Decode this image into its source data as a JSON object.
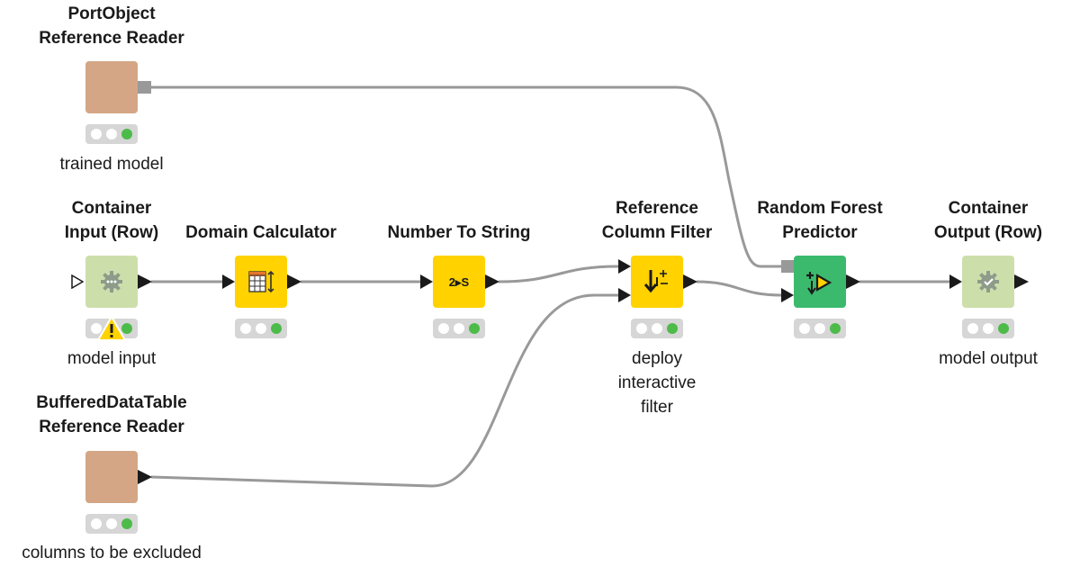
{
  "colors": {
    "reader": "#d4a686",
    "container": "#ccdfab",
    "manipulator": "#ffd200",
    "predictor": "#3bba6e",
    "connection": "#999999",
    "status_ok": "#4dbb4a"
  },
  "nodes": [
    {
      "id": "portobject-reader",
      "title": "PortObject\nReference Reader",
      "annotation": "trained model",
      "icon": "model-port-icon",
      "status": "executed"
    },
    {
      "id": "container-input-row",
      "title": "Container\nInput (Row)",
      "annotation": "model input",
      "icon": "container-gear-icon",
      "status": "executed",
      "warning": true
    },
    {
      "id": "domain-calculator",
      "title": "Domain Calculator",
      "annotation": "",
      "icon": "domain-table-icon",
      "status": "executed"
    },
    {
      "id": "number-to-string",
      "title": "Number To String",
      "annotation": "",
      "icon": "number-to-string-icon",
      "icon_text": "2▸S",
      "status": "executed"
    },
    {
      "id": "reference-column-filter",
      "title": "Reference\nColumn Filter",
      "annotation": "deploy\ninteractive\nfilter",
      "icon": "reference-filter-icon",
      "status": "executed"
    },
    {
      "id": "random-forest-predictor",
      "title": "Random Forest\nPredictor",
      "annotation": "",
      "icon": "predictor-icon",
      "status": "executed"
    },
    {
      "id": "container-output-row",
      "title": "Container\nOutput (Row)",
      "annotation": "model output",
      "icon": "container-check-icon",
      "status": "executed"
    },
    {
      "id": "buffereddatatable-reader",
      "title": "BufferedDataTable\nReference Reader",
      "annotation": "columns to be excluded",
      "icon": "table-port-icon",
      "status": "executed"
    }
  ],
  "connections": [
    {
      "from": "portobject-reader",
      "to": "random-forest-predictor",
      "port": "model"
    },
    {
      "from": "container-input-row",
      "to": "domain-calculator",
      "port": "table"
    },
    {
      "from": "domain-calculator",
      "to": "number-to-string",
      "port": "table"
    },
    {
      "from": "number-to-string",
      "to": "reference-column-filter",
      "port": "table"
    },
    {
      "from": "buffereddatatable-reader",
      "to": "reference-column-filter",
      "port": "table"
    },
    {
      "from": "reference-column-filter",
      "to": "random-forest-predictor",
      "port": "table"
    },
    {
      "from": "random-forest-predictor",
      "to": "container-output-row",
      "port": "table"
    }
  ]
}
